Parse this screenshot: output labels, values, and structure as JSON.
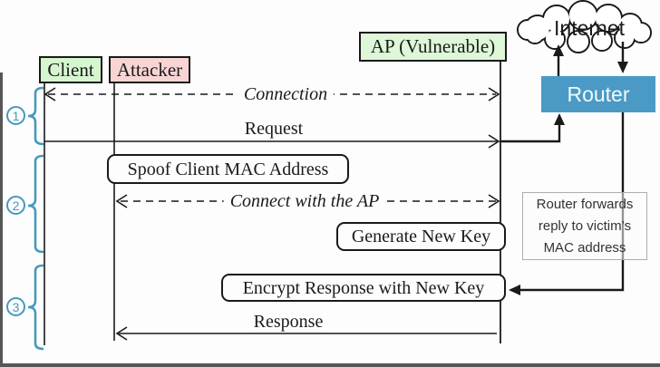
{
  "actors": [
    {
      "id": "client",
      "label": "Client",
      "bg": "#d6f6d0"
    },
    {
      "id": "attacker",
      "label": "Attacker",
      "bg": "#f9d4d4"
    },
    {
      "id": "ap",
      "label": "AP (Vulnerable)",
      "bg": "#def7d8"
    }
  ],
  "network": {
    "internet_label": "Internet",
    "router_label": "Router",
    "router_bg": "#4a9ac5",
    "note_line1": "Router forwards",
    "note_line2": "reply to victim’s",
    "note_line3": "MAC address"
  },
  "messages": {
    "connection": "Connection",
    "request": "Request",
    "spoof": "Spoof Client MAC Address",
    "connect_ap": "Connect with the AP",
    "generate_key": "Generate New Key",
    "encrypt": "Encrypt Response with New Key",
    "response": "Response"
  },
  "steps": [
    {
      "num": "1"
    },
    {
      "num": "2"
    },
    {
      "num": "3"
    }
  ],
  "colors": {
    "accent_teal": "#4699bd",
    "line": "#1a1a1a",
    "note_border": "#adadad"
  }
}
